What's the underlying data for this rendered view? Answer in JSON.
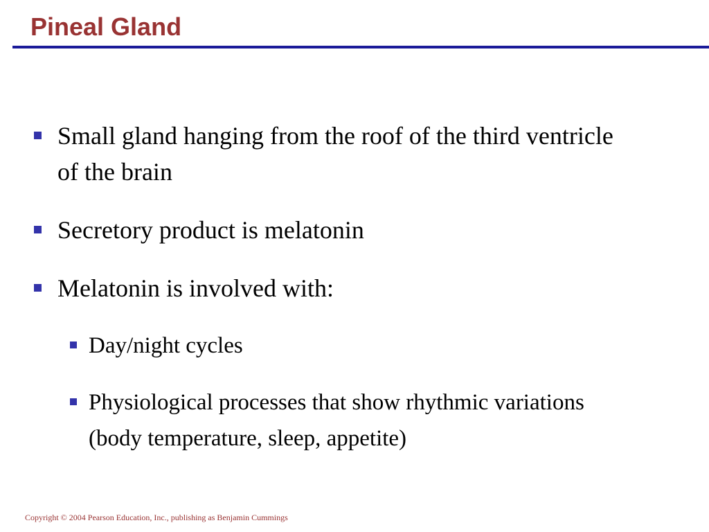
{
  "slide": {
    "title": "Pineal Gland",
    "bullets": [
      "Small gland hanging from the roof of the third ventricle of the brain",
      "Secretory product is melatonin",
      "Melatonin is involved with:"
    ],
    "sub_bullets": [
      "Day/night cycles",
      "Physiological processes that show rhythmic variations (body temperature, sleep, appetite)"
    ],
    "footer": "Copyright © 2004 Pearson Education, Inc., publishing as Benjamin Cummings"
  },
  "colors": {
    "title": "#993333",
    "rule": "#1a1a99",
    "bullet_marker": "#3333aa",
    "footer": "#993333"
  }
}
